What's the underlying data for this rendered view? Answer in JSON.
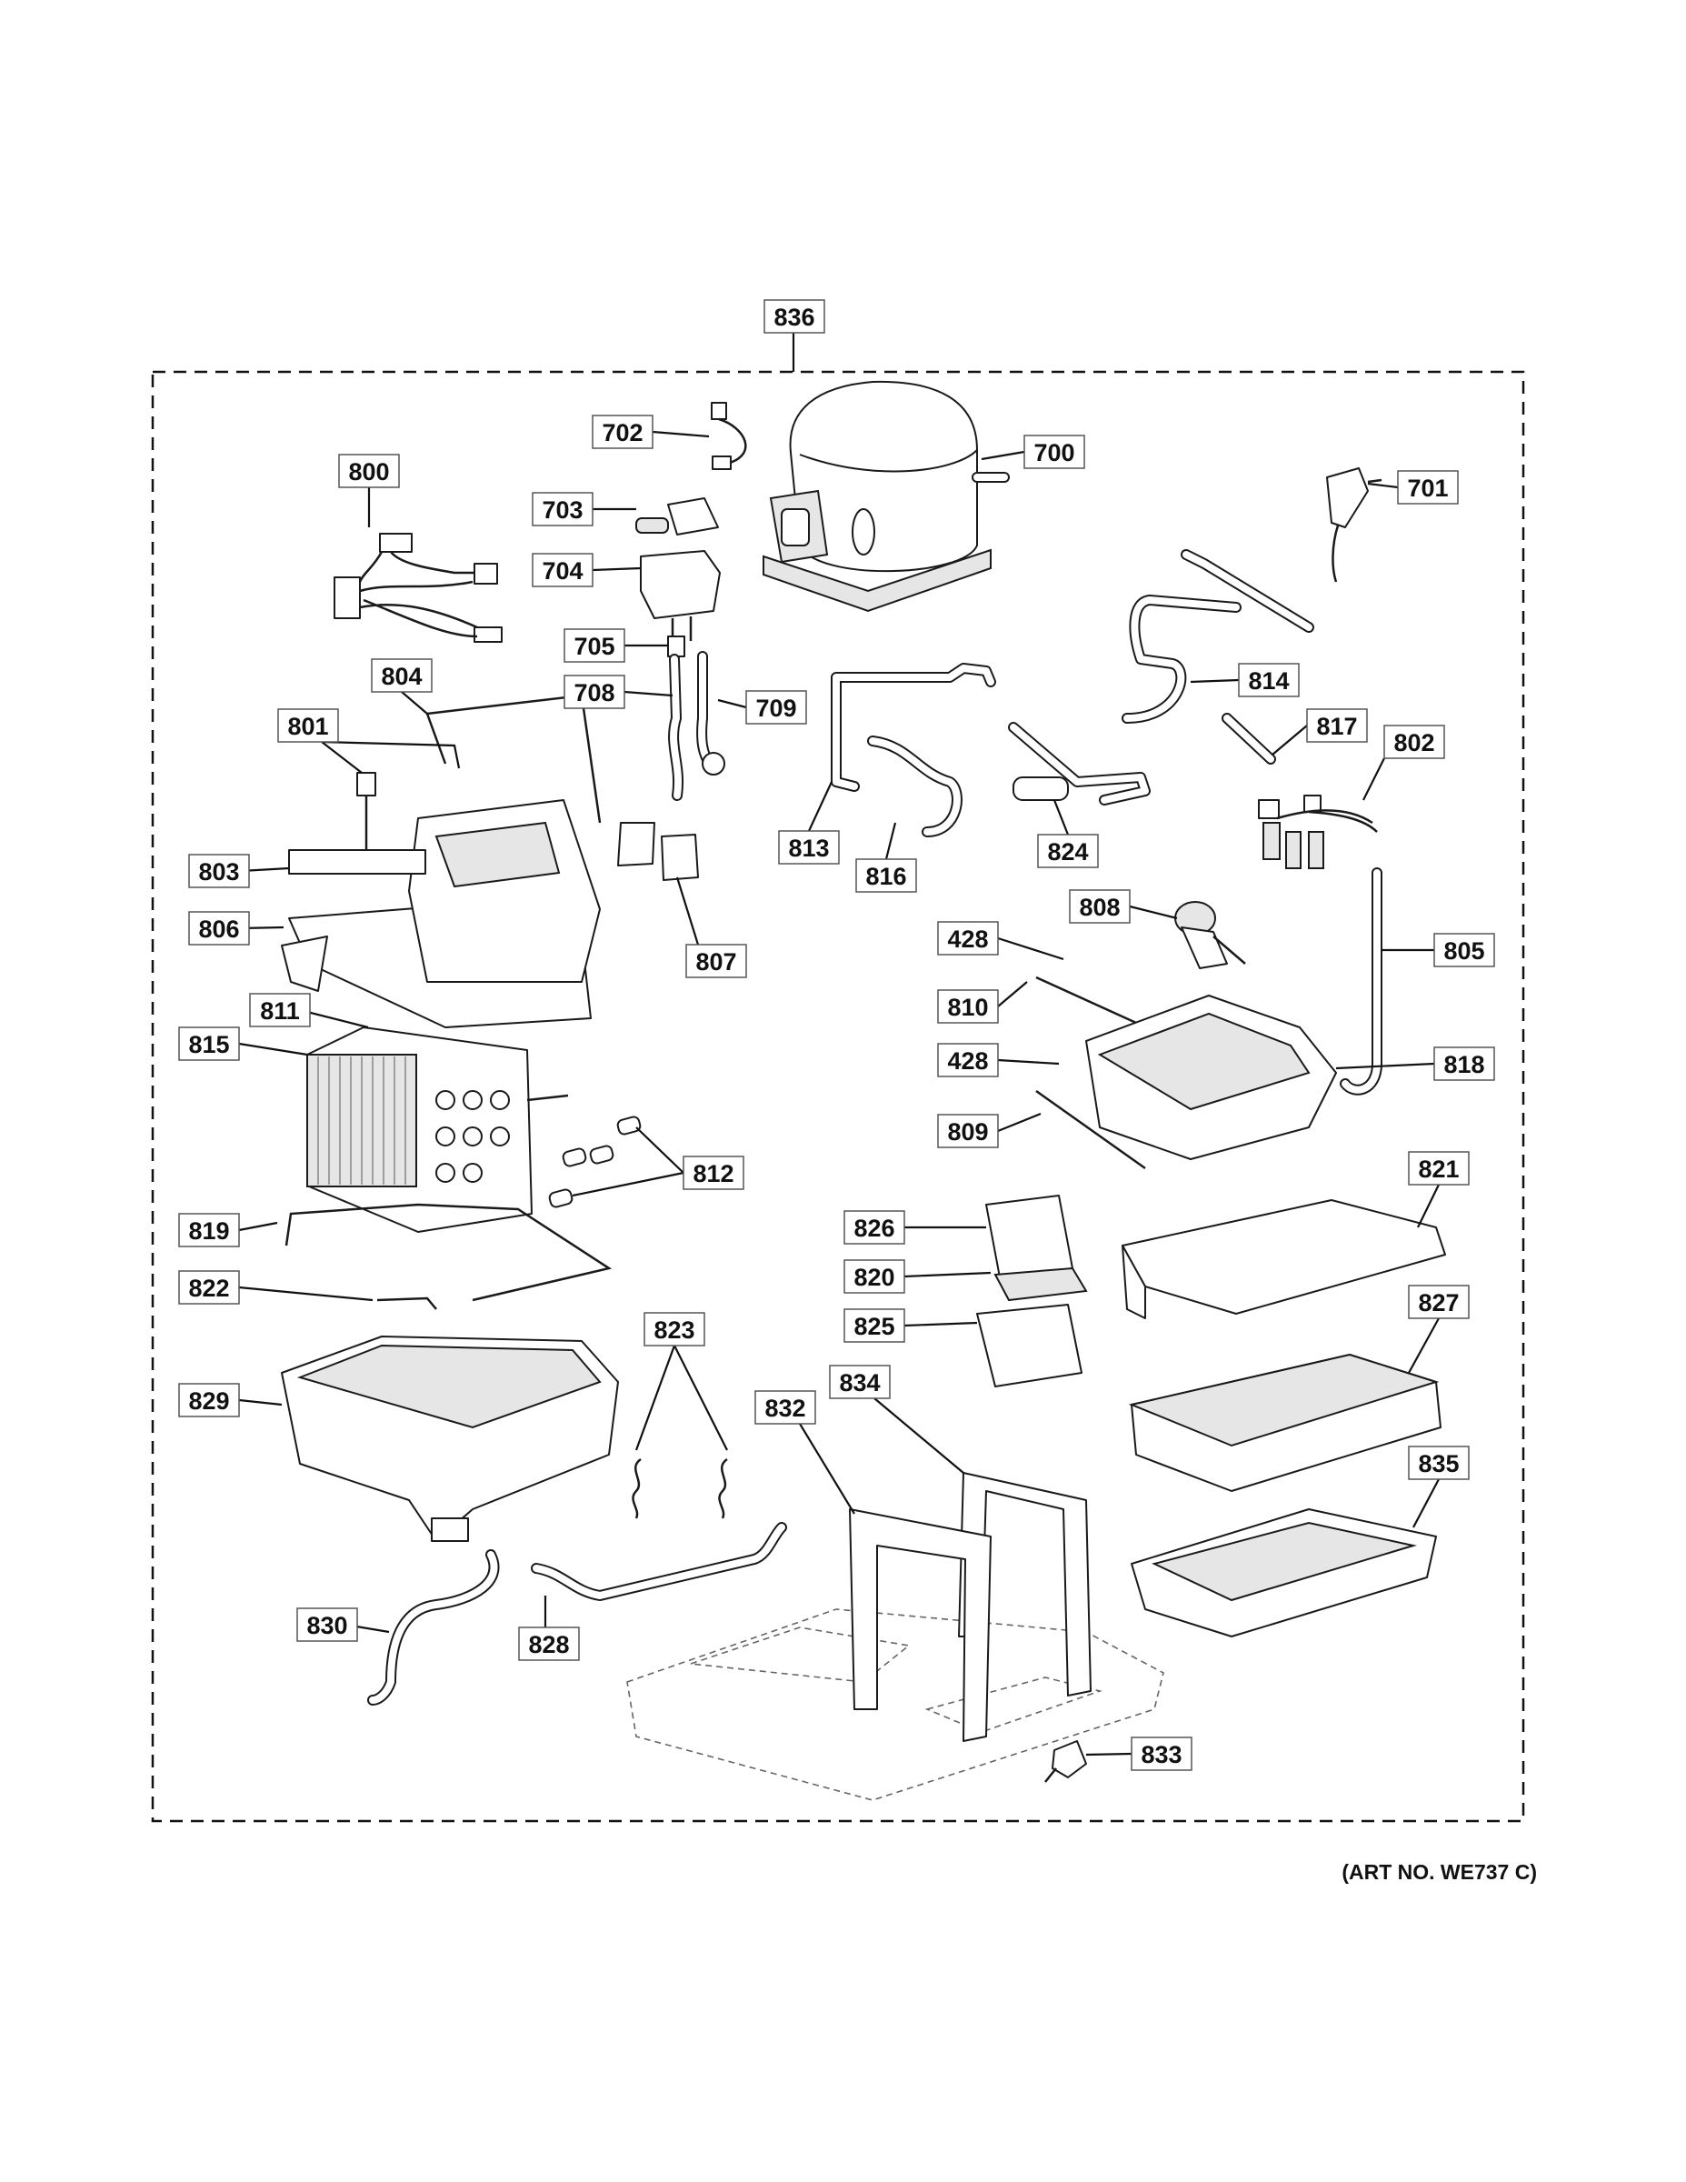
{
  "assembly_label": "836",
  "art_number": "(ART NO. WE737 C)",
  "callouts": [
    {
      "id": "c836",
      "text": "836"
    },
    {
      "id": "c702",
      "text": "702"
    },
    {
      "id": "c700",
      "text": "700"
    },
    {
      "id": "c701",
      "text": "701"
    },
    {
      "id": "c800",
      "text": "800"
    },
    {
      "id": "c703",
      "text": "703"
    },
    {
      "id": "c704",
      "text": "704"
    },
    {
      "id": "c705",
      "text": "705"
    },
    {
      "id": "c708",
      "text": "708"
    },
    {
      "id": "c709",
      "text": "709"
    },
    {
      "id": "c804",
      "text": "804"
    },
    {
      "id": "c801",
      "text": "801"
    },
    {
      "id": "c814",
      "text": "814"
    },
    {
      "id": "c817",
      "text": "817"
    },
    {
      "id": "c802",
      "text": "802"
    },
    {
      "id": "c803",
      "text": "803"
    },
    {
      "id": "c806",
      "text": "806"
    },
    {
      "id": "c807",
      "text": "807"
    },
    {
      "id": "c813",
      "text": "813"
    },
    {
      "id": "c816",
      "text": "816"
    },
    {
      "id": "c824",
      "text": "824"
    },
    {
      "id": "c808",
      "text": "808"
    },
    {
      "id": "c428a",
      "text": "428"
    },
    {
      "id": "c805",
      "text": "805"
    },
    {
      "id": "c811",
      "text": "811"
    },
    {
      "id": "c810",
      "text": "810"
    },
    {
      "id": "c815",
      "text": "815"
    },
    {
      "id": "c428b",
      "text": "428"
    },
    {
      "id": "c818",
      "text": "818"
    },
    {
      "id": "c809",
      "text": "809"
    },
    {
      "id": "c812",
      "text": "812"
    },
    {
      "id": "c821",
      "text": "821"
    },
    {
      "id": "c826",
      "text": "826"
    },
    {
      "id": "c819",
      "text": "819"
    },
    {
      "id": "c820",
      "text": "820"
    },
    {
      "id": "c822",
      "text": "822"
    },
    {
      "id": "c827",
      "text": "827"
    },
    {
      "id": "c823",
      "text": "823"
    },
    {
      "id": "c825",
      "text": "825"
    },
    {
      "id": "c834",
      "text": "834"
    },
    {
      "id": "c829",
      "text": "829"
    },
    {
      "id": "c832",
      "text": "832"
    },
    {
      "id": "c835",
      "text": "835"
    },
    {
      "id": "c830",
      "text": "830"
    },
    {
      "id": "c828",
      "text": "828"
    },
    {
      "id": "c833",
      "text": "833"
    }
  ]
}
